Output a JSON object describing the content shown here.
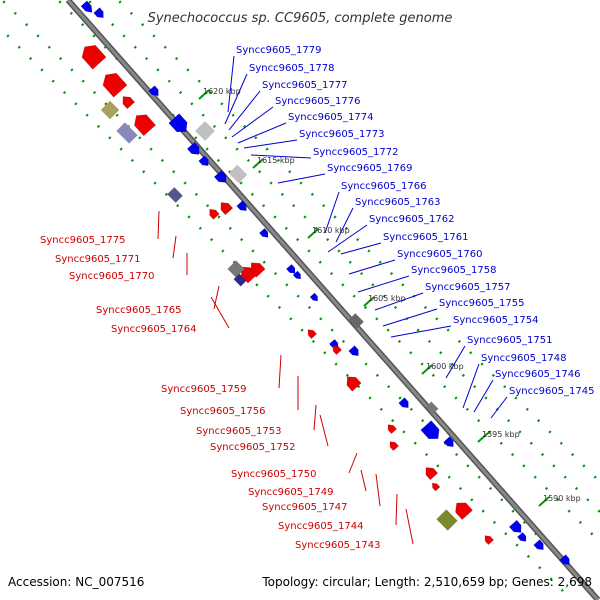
{
  "title": "Synechococcus sp. CC9605, complete genome",
  "footer": {
    "accession": "Accession: NC_007516",
    "summary": "Topology: circular; Length: 2,510,659 bp; Genes: 2,698"
  },
  "ticks": [
    "1620 kbp",
    "1615 kbp",
    "1610 kbp",
    "1605 kbp",
    "1600 kbp",
    "1595 kbp",
    "1590 kbp"
  ],
  "genes_forward": [
    "Syncc9605_1779",
    "Syncc9605_1778",
    "Syncc9605_1777",
    "Syncc9605_1776",
    "Syncc9605_1774",
    "Syncc9605_1773",
    "Syncc9605_1772",
    "Syncc9605_1769",
    "Syncc9605_1766",
    "Syncc9605_1763",
    "Syncc9605_1762",
    "Syncc9605_1761",
    "Syncc9605_1760",
    "Syncc9605_1758",
    "Syncc9605_1757",
    "Syncc9605_1755",
    "Syncc9605_1754",
    "Syncc9605_1751",
    "Syncc9605_1748",
    "Syncc9605_1746",
    "Syncc9605_1745"
  ],
  "genes_reverse": [
    "Syncc9605_1775",
    "Syncc9605_1771",
    "Syncc9605_1770",
    "Syncc9605_1765",
    "Syncc9605_1764",
    "Syncc9605_1759",
    "Syncc9605_1756",
    "Syncc9605_1753",
    "Syncc9605_1752",
    "Syncc9605_1750",
    "Syncc9605_1749",
    "Syncc9605_1747",
    "Syncc9605_1744",
    "Syncc9605_1743"
  ],
  "colors": {
    "backbone": "#888888",
    "forward_gene": "#0000ee",
    "reverse_gene": "#ee0000",
    "dotted_ring": "#009900",
    "other_feature": "#999999",
    "forward_label": "#0000cc",
    "reverse_label": "#cc0000"
  }
}
